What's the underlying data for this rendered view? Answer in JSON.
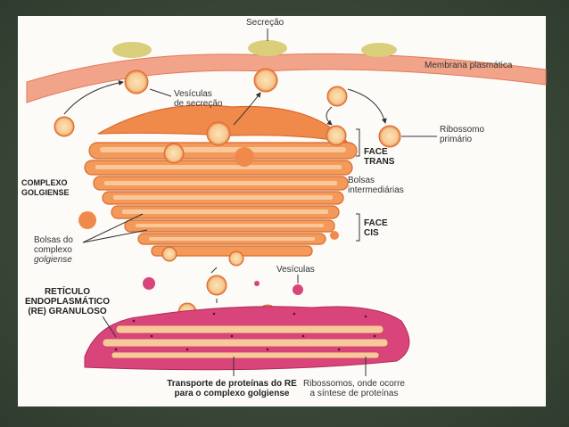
{
  "labels": {
    "secretion": "Secreção",
    "plasma_membrane": "Membrana plasmática",
    "secretion_vesicles_1": "Vesículas",
    "secretion_vesicles_2": "de secreção",
    "primary_ribosome_1": "Ribossomo",
    "primary_ribosome_2": "primário",
    "face_trans_1": "FACE",
    "face_trans_2": "TRANS",
    "golgi_complex_1": "COMPLEXO",
    "golgi_complex_2": "GOLGIENSE",
    "intermediate_1": "Bolsas",
    "intermediate_2": "intermediárias",
    "face_cis_1": "FACE",
    "face_cis_2": "CIS",
    "golgi_sacs_1": "Bolsas do",
    "golgi_sacs_2": "complexo",
    "golgi_sacs_3": "golgiense",
    "vesicles": "Vesículas",
    "rer_1": "RETÍCULO",
    "rer_2": "ENDOPLASMÁTICO",
    "rer_3": "(RE) GRANULOSO",
    "transport_1": "Transporte de proteínas do RE",
    "transport_2": "para o complexo golgiense",
    "ribosomes_1": "Ribossomos, onde ocorre",
    "ribosomes_2": "a síntese de proteínas"
  },
  "colors": {
    "golgi": "#f08a4b",
    "golgi_light": "#f9c79a",
    "er": "#d9457a",
    "membrane": "#f2a48a"
  }
}
